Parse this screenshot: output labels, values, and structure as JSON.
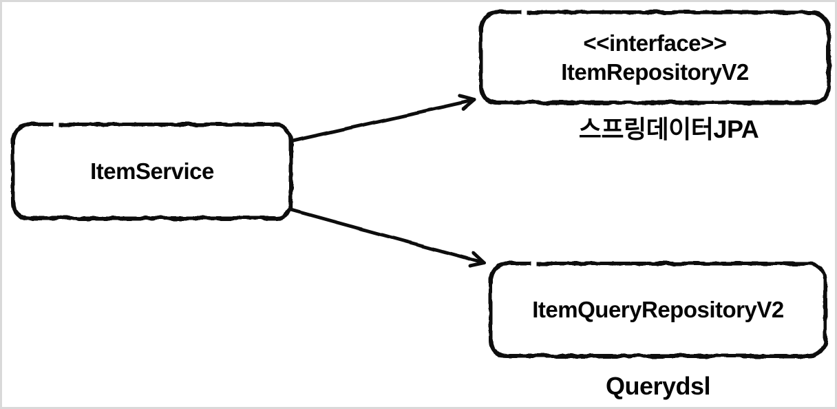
{
  "diagram": {
    "colors": {
      "background": "#ffffff",
      "frame_border": "#d9d9d9",
      "ink": "#0d0d0d"
    },
    "nodes": [
      {
        "id": "item-service",
        "lines": [
          "ItemService"
        ]
      },
      {
        "id": "item-repository-v2",
        "lines": [
          "<<interface>>",
          "ItemRepositoryV2"
        ]
      },
      {
        "id": "item-query-repository-v2",
        "lines": [
          "ItemQueryRepositoryV2"
        ]
      }
    ],
    "captions": [
      {
        "for": "item-repository-v2",
        "text": "스프링데이터JPA"
      },
      {
        "for": "item-query-repository-v2",
        "text": "Querydsl"
      }
    ],
    "edges": [
      {
        "from": "item-service",
        "to": "item-repository-v2",
        "style": "arrow"
      },
      {
        "from": "item-service",
        "to": "item-query-repository-v2",
        "style": "arrow"
      }
    ]
  }
}
